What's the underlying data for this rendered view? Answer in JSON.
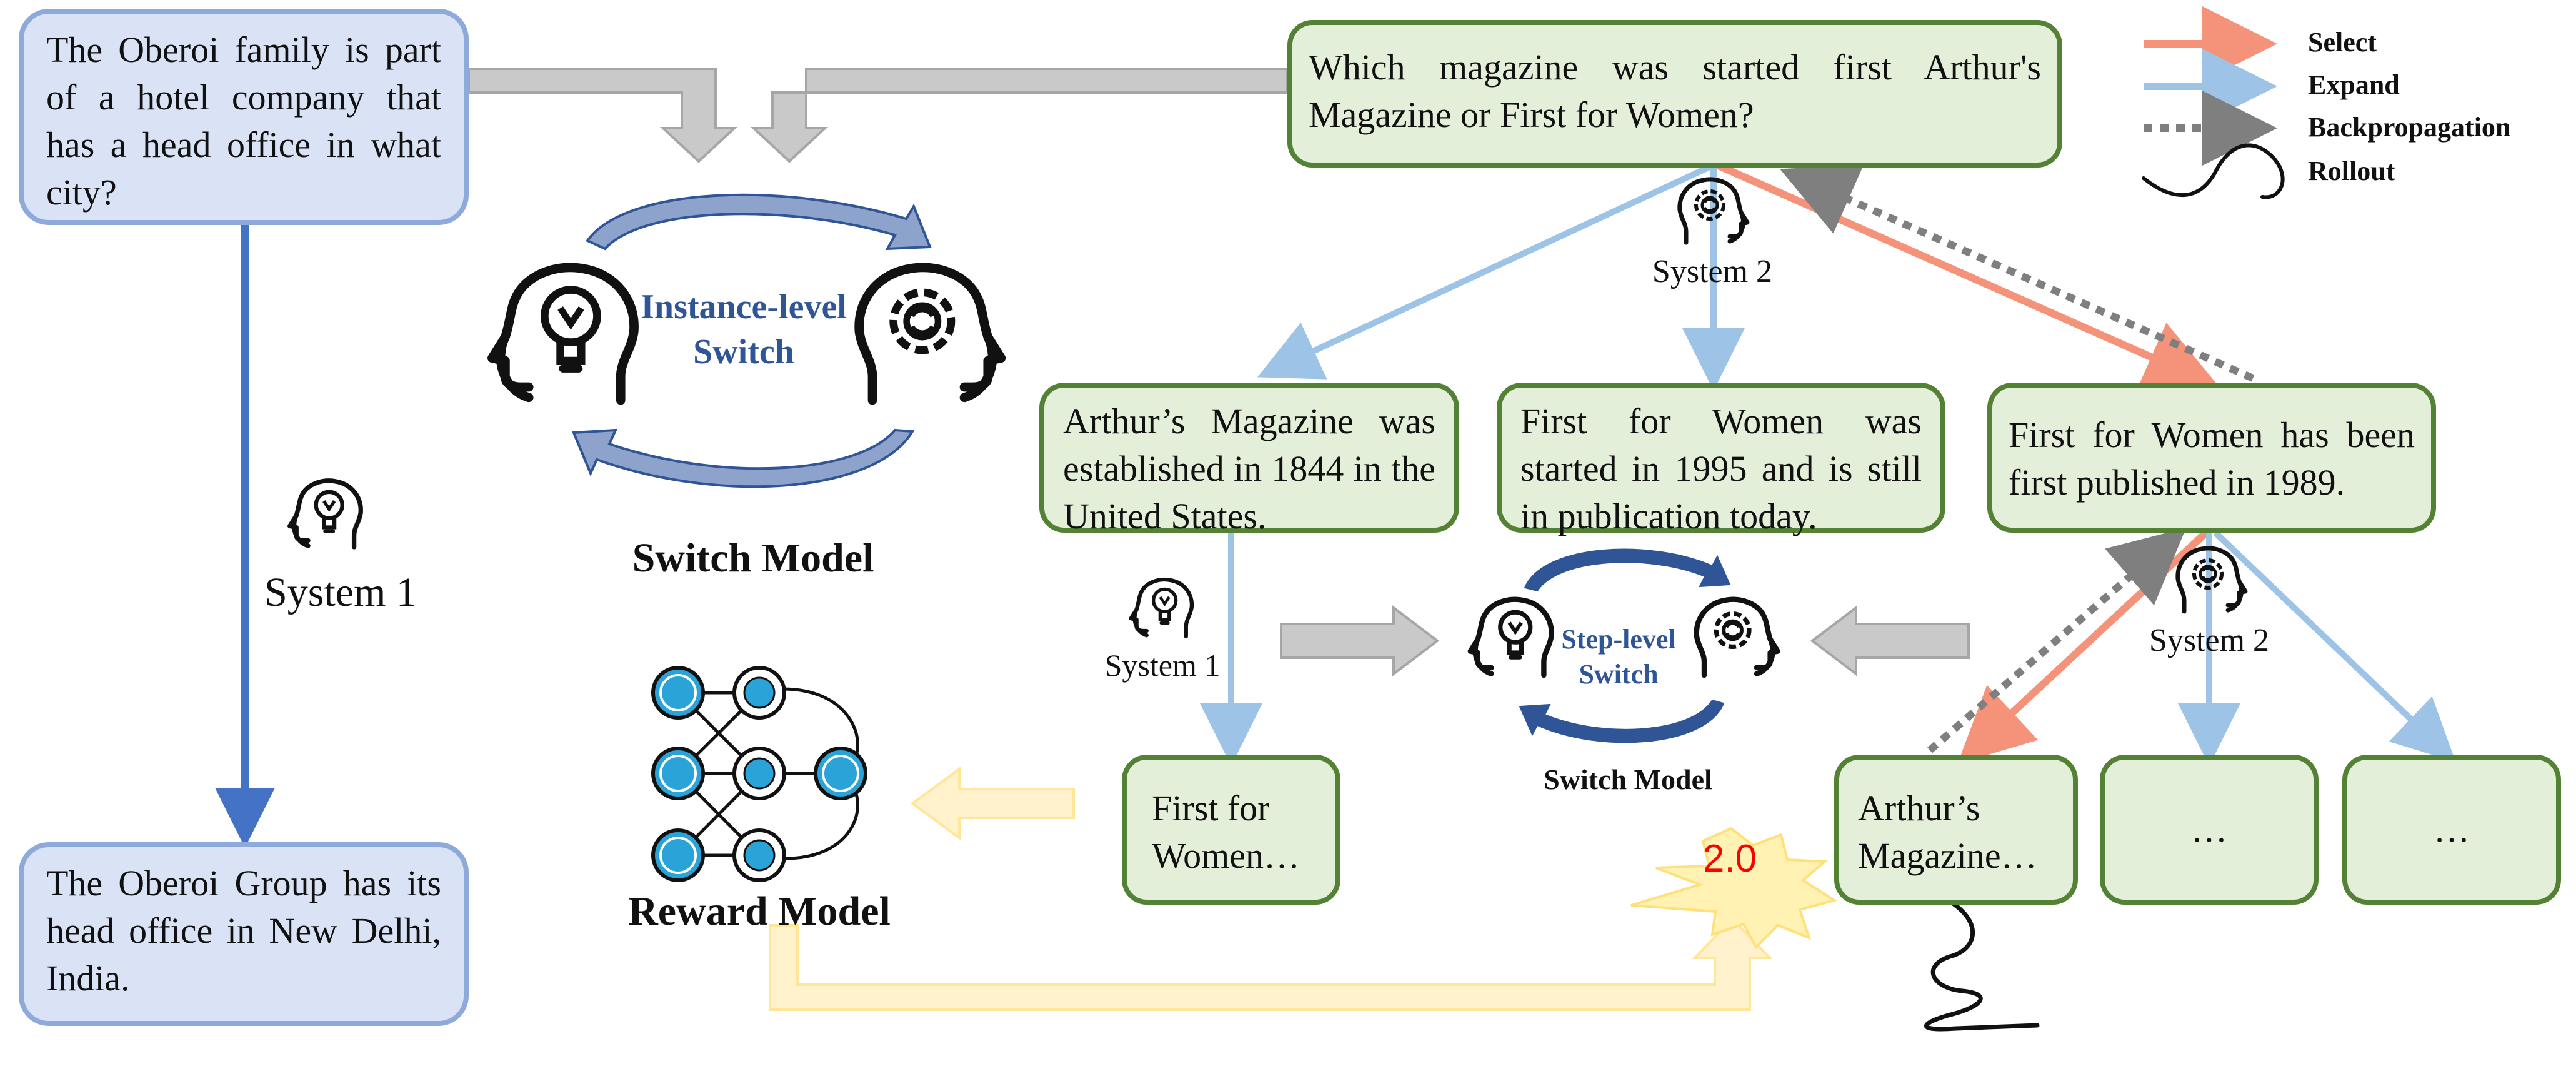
{
  "question_left": "The Oberoi family is part of a hotel company that has a head office in what city?",
  "answer_left": "The Oberoi Group has its head office in New Delhi, India.",
  "system1_label_left": "System 1",
  "instance_switch": "Instance-level Switch",
  "switch_model_main": "Switch Model",
  "reward_model": "Reward Model",
  "question_right": "Which magazine was started first Arthur's Magazine or First for Women?",
  "system2_label_top": "System 2",
  "child_1": "Arthur’s Magazine was established in 1844 in the United States.",
  "child_2": "First for Women was started in 1995 and is still in publication today.",
  "child_3": "First for Women has been first published in 1989.",
  "system1_label_mid": "System 1",
  "step_switch": "Step-level Switch",
  "switch_model_small": "Switch Model",
  "system2_label_mid": "System 2",
  "leaf_1": "First for Women…",
  "leaf_2": "Arthur’s Magazine…",
  "leaf_3": "…",
  "leaf_4": "…",
  "reward_value": "2.0",
  "legend": {
    "select": "Select",
    "expand": "Expand",
    "backprop": "Backpropagation",
    "rollout": "Rollout"
  },
  "colors": {
    "select": "#f4937a",
    "expand": "#9dc3e6",
    "backprop": "#7f7f7f",
    "system1_line": "#4472c4",
    "blue_fill": "#d9e3f5",
    "blue_border": "#8eaadb",
    "green_fill": "#e3efd9",
    "green_border": "#548235",
    "reward_arrow": "#fff2cc",
    "reward_value": "#ff0000",
    "neural_node": "#29a3d8"
  }
}
